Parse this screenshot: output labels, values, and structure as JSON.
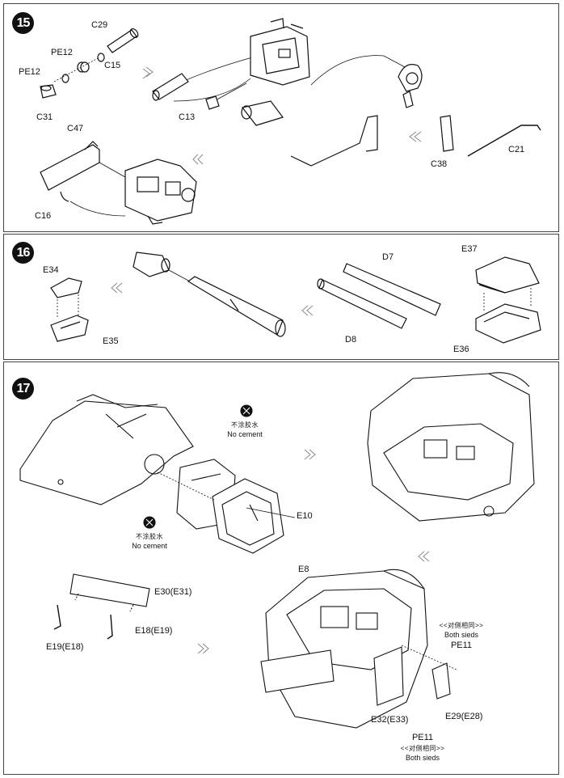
{
  "steps": {
    "s15": {
      "number": "15",
      "labels": {
        "c29": "C29",
        "pe12_a": "PE12",
        "pe12_b": "PE12",
        "c15": "C15",
        "c31": "C31",
        "c13": "C13",
        "c47": "C47",
        "c16": "C16",
        "c38": "C38",
        "c21": "C21"
      }
    },
    "s16": {
      "number": "16",
      "labels": {
        "e34": "E34",
        "e35": "E35",
        "d7": "D7",
        "d8": "D8",
        "e37": "E37",
        "e36": "E36"
      }
    },
    "s17": {
      "number": "17",
      "no_cement_cn": "不涂胶水",
      "no_cement": "No cement",
      "labels": {
        "e10": "E10",
        "e8": "E8",
        "e30": "E30(E31)",
        "e18": "E18(E19)",
        "e19": "E19(E18)",
        "e32": "E32(E33)",
        "e29": "E29(E28)",
        "pe11_a": "PE11",
        "pe11_b": "PE11"
      },
      "both_sides_cn": "<<对侧相同>>",
      "both_sides": "Both sieds"
    }
  },
  "colors": {
    "ink": "#111111",
    "frame": "#444444",
    "arrow": "#8a8a8a"
  },
  "icons": [
    "no-cement-icon",
    "assembly-arrow-icon"
  ]
}
